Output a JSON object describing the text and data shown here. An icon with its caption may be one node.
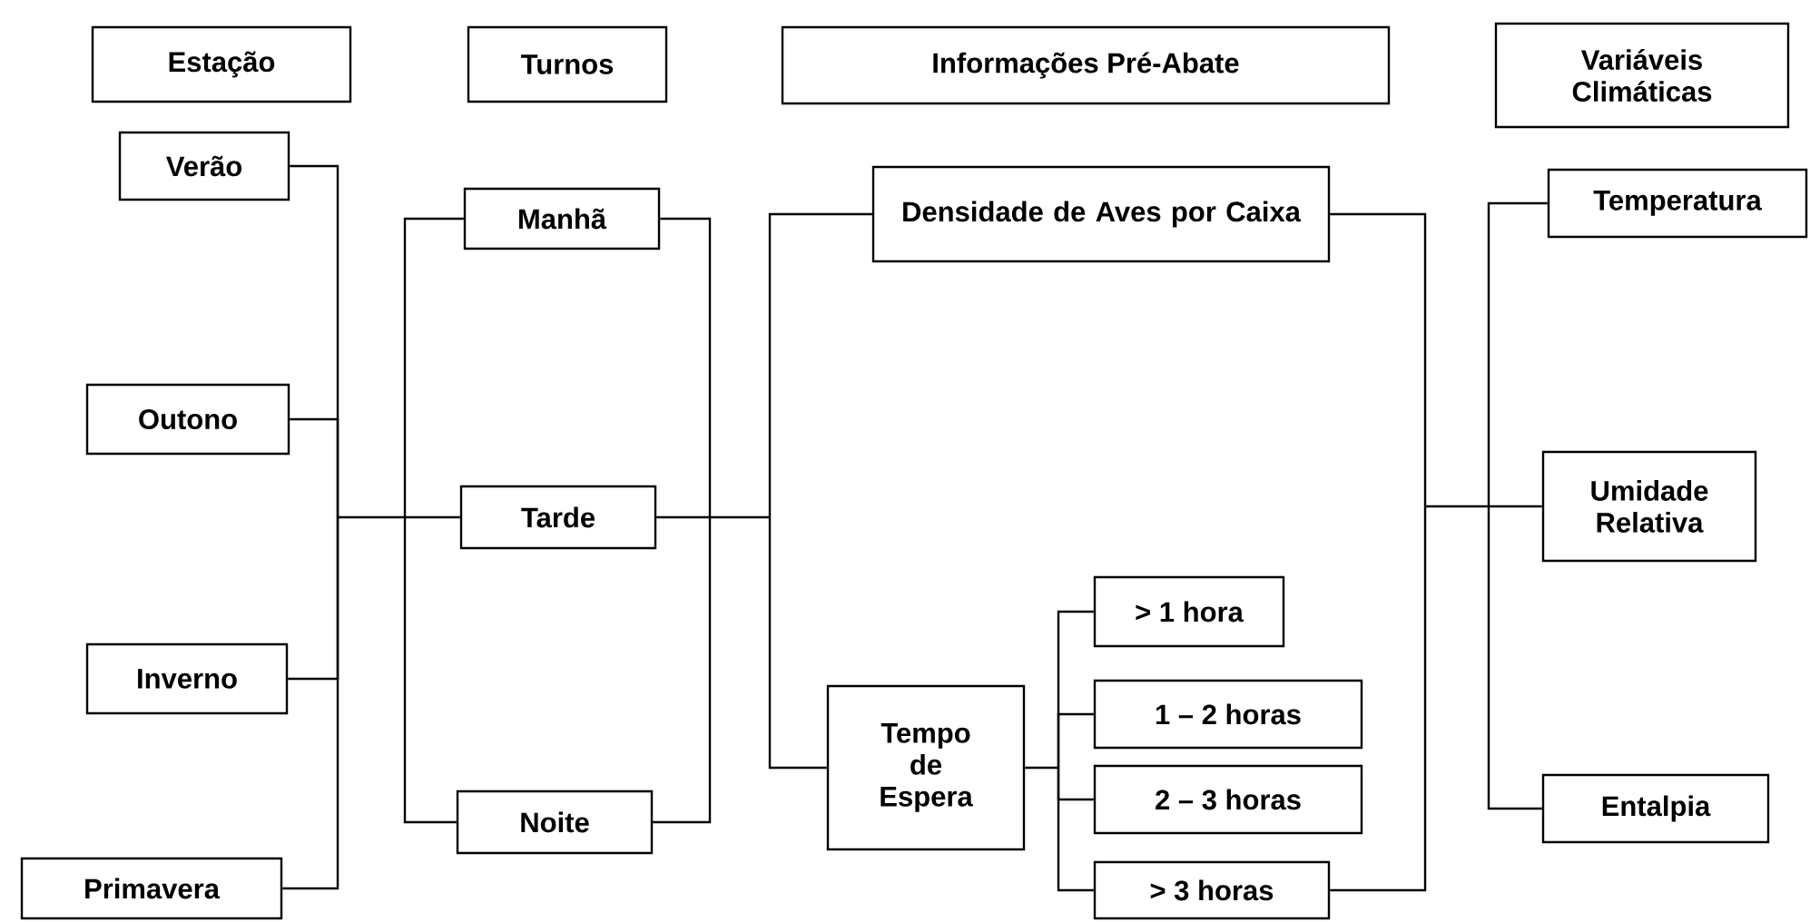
{
  "diagram": {
    "nodes": [
      {
        "text": [
          "Estação"
        ]
      },
      {
        "text": [
          "Turnos"
        ]
      },
      {
        "text": [
          "Informações Pré-Abate"
        ]
      },
      {
        "text": [
          "Variáveis Climáticas"
        ]
      },
      {
        "text": [
          "Verão"
        ]
      },
      {
        "text": [
          "Outono"
        ]
      },
      {
        "text": [
          "Inverno"
        ]
      },
      {
        "text": [
          "Primavera"
        ]
      },
      {
        "text": [
          "Manhã"
        ]
      },
      {
        "text": [
          "Tarde"
        ]
      },
      {
        "text": [
          "Noite"
        ]
      },
      {
        "text": [
          "Densidade de Aves por Caixa"
        ]
      },
      {
        "text": [
          "Tempo de Espera"
        ]
      },
      {
        "text": [
          "> 1 hora"
        ]
      },
      {
        "text": [
          "1 – 2 horas"
        ]
      },
      {
        "text": [
          "2 – 3 horas"
        ]
      },
      {
        "text": [
          "> 3 horas"
        ]
      },
      {
        "text": [
          "Temperatura"
        ]
      },
      {
        "text": [
          "Umidade Relativa"
        ]
      },
      {
        "text": [
          "Entalpia"
        ]
      }
    ],
    "edges": [
      {
        "from": 4,
        "to": 8,
        "arrow": "none"
      },
      {
        "from": 4,
        "to": 9,
        "arrow": "none"
      },
      {
        "from": 4,
        "to": 10,
        "arrow": "none"
      },
      {
        "from": 5,
        "to": 8,
        "arrow": "none"
      },
      {
        "from": 5,
        "to": 9,
        "arrow": "none"
      },
      {
        "from": 5,
        "to": 10,
        "arrow": "none"
      },
      {
        "from": 6,
        "to": 8,
        "arrow": "none"
      },
      {
        "from": 6,
        "to": 9,
        "arrow": "none"
      },
      {
        "from": 6,
        "to": 10,
        "arrow": "none"
      },
      {
        "from": 7,
        "to": 8,
        "arrow": "none"
      },
      {
        "from": 7,
        "to": 9,
        "arrow": "none"
      },
      {
        "from": 7,
        "to": 10,
        "arrow": "none"
      },
      {
        "from": 8,
        "to": 11,
        "arrow": "none"
      },
      {
        "from": 8,
        "to": 12,
        "arrow": "none"
      },
      {
        "from": 9,
        "to": 11,
        "arrow": "none"
      },
      {
        "from": 9,
        "to": 12,
        "arrow": "none"
      },
      {
        "from": 10,
        "to": 11,
        "arrow": "none"
      },
      {
        "from": 10,
        "to": 12,
        "arrow": "none"
      },
      {
        "from": 12,
        "to": 13,
        "arrow": "none"
      },
      {
        "from": 12,
        "to": 14,
        "arrow": "none"
      },
      {
        "from": 12,
        "to": 15,
        "arrow": "none"
      },
      {
        "from": 12,
        "to": 16,
        "arrow": "none"
      },
      {
        "from": 11,
        "to": 17,
        "arrow": "none"
      },
      {
        "from": 11,
        "to": 18,
        "arrow": "none"
      },
      {
        "from": 11,
        "to": 19,
        "arrow": "none"
      },
      {
        "from": 16,
        "to": 17,
        "arrow": "none"
      },
      {
        "from": 16,
        "to": 18,
        "arrow": "none"
      },
      {
        "from": 16,
        "to": 19,
        "arrow": "none"
      }
    ]
  }
}
